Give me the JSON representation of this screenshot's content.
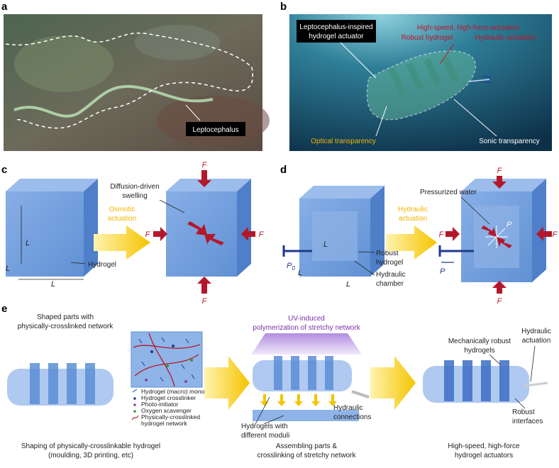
{
  "panels": {
    "a": {
      "label": "a",
      "leptocephalus_label": "Leptocephalus"
    },
    "b": {
      "label": "b",
      "actuator_label_line1": "Leptocephalus-inspired",
      "actuator_label_line2": "hydrogel actuator",
      "high_speed": "High-speed, high-force actuation",
      "robust_hydrogel": "Robust hydrogel",
      "hydraulic_actuation": "Hydraulic actuation",
      "optical": "Optical transparency",
      "sonic": "Sonic transparency"
    },
    "c": {
      "label": "c",
      "diffusion_line1": "Diffusion-driven",
      "diffusion_line2": "swelling",
      "osmotic_line1": "Osmotic",
      "osmotic_line2": "actuation",
      "hydrogel": "Hydrogel",
      "L": "L",
      "F": "F"
    },
    "d": {
      "label": "d",
      "pressurized": "Pressurized water",
      "hydraulic_line1": "Hydraulic",
      "hydraulic_line2": "actuation",
      "robust_line1": "Robust",
      "robust_line2": "hydrogel",
      "chamber_line1": "Hydraulic",
      "chamber_line2": "chamber",
      "P0": "P",
      "P0_sub": "0",
      "P": "P",
      "L": "L",
      "F": "F"
    },
    "e": {
      "label": "e",
      "shaped_line1": "Shaped parts with",
      "shaped_line2": "physically-crosslinked network",
      "uv_line1": "UV-induced",
      "uv_line2": "polymerization of stretchy network",
      "mech_line1": "Mechanically robust",
      "mech_line2": "hydrogels",
      "hyd_act_line1": "Hydraulic",
      "hyd_act_line2": "actuation",
      "hyd_conn_line1": "Hydraulic",
      "hyd_conn_line2": "connections",
      "moduli_line1": "Hydrogels with",
      "moduli_line2": "different moduli",
      "robust_if_line1": "Robust",
      "robust_if_line2": "interfaces",
      "legend": [
        "Hydrogel (macro) monomer",
        "Hydrogel crosslinker",
        "Photo-initiator",
        "Oxygen scavenger",
        "Physically-crosslinked",
        "hydrogel network"
      ],
      "caption1_line1": "Shaping of physically-crosslinkable hydrogel",
      "caption1_line2": "(moulding, 3D printing, etc)",
      "caption2_line1": "Assembling parts &",
      "caption2_line2": "crosslinking of stretchy network",
      "caption3_line1": "High-speed, high-force",
      "caption3_line2": "hydrogel actuators"
    }
  },
  "colors": {
    "gel_fill": "#5b8fd6",
    "gel_dark": "#2f5fb0",
    "arrow_yellow": "#f5c400",
    "force_red": "#b3182a",
    "ocean": "#1e4f6e"
  }
}
